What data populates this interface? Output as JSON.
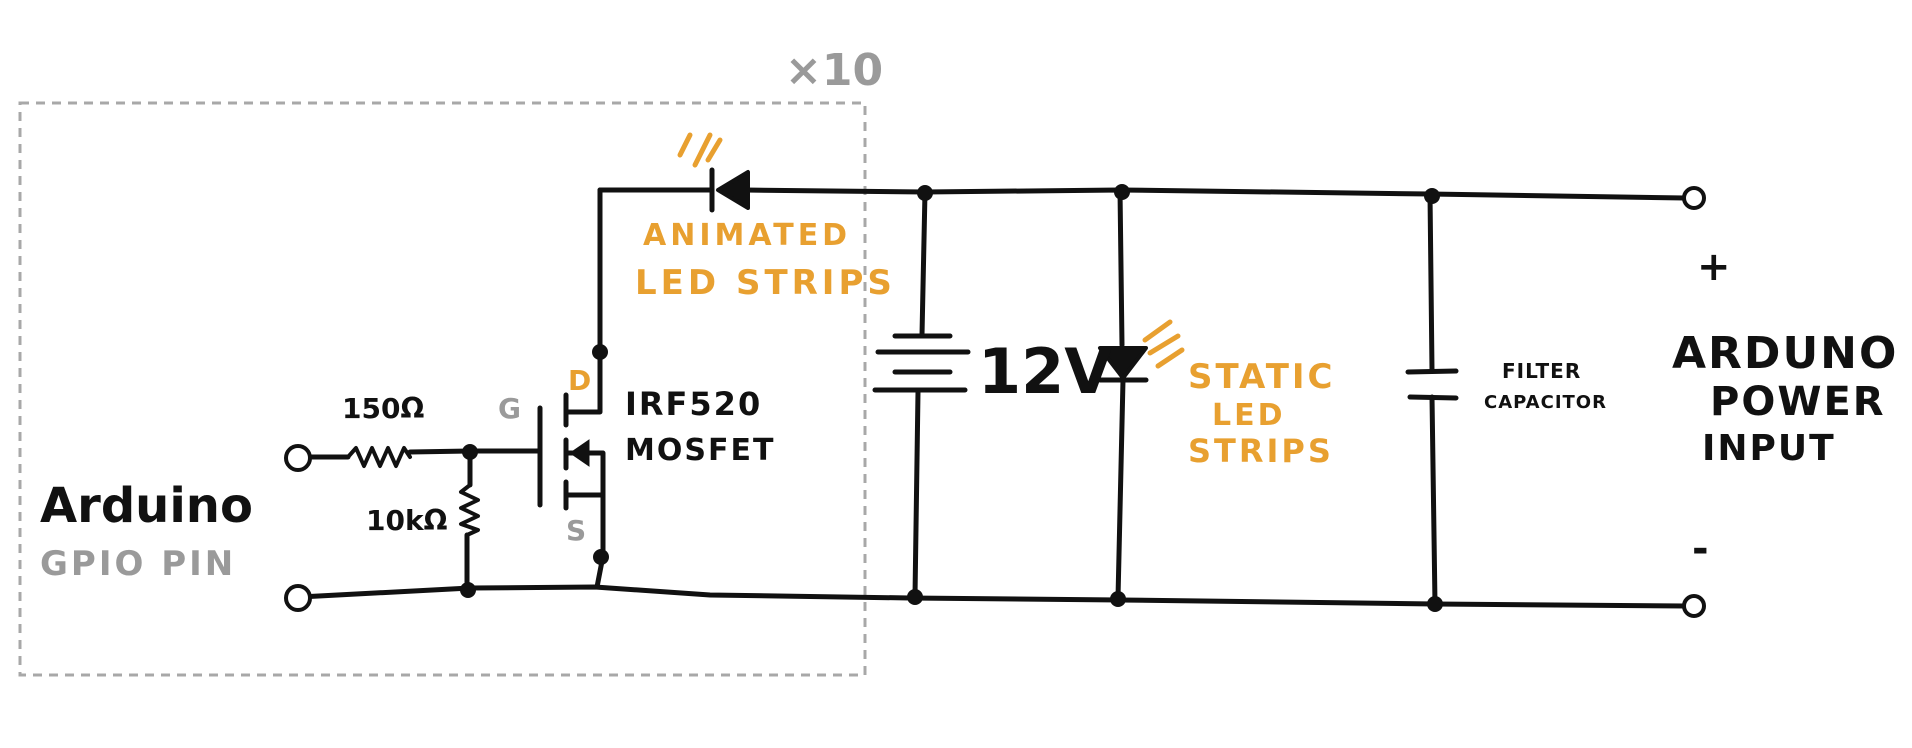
{
  "colors": {
    "ink": "#111111",
    "accent_orange": "#e8a030",
    "muted_gray": "#9a9a9a",
    "box_dash": "#a8a8a8"
  },
  "labels": {
    "multiplier": "×10",
    "animated_line1": "ANIMATED",
    "animated_line2": "LED STRIPS",
    "drain": "D",
    "gate": "G",
    "source": "S",
    "mosfet_line1": "IRF520",
    "mosfet_line2": "MOSFET",
    "r_series": "150Ω",
    "r_pulldown": "10kΩ",
    "arduino_line1": "Arduino",
    "arduino_line2": "GPIO PIN",
    "voltage": "12V",
    "static_line1": "STATIC",
    "static_line2": "LED",
    "static_line3": "STRIPS",
    "cap_line1": "FILTER",
    "cap_line2": "CAPACITOR",
    "plus": "+",
    "minus": "-",
    "power_line1": "ARDUNO",
    "power_line2": "POWER",
    "power_line3": "INPUT"
  },
  "icons": {
    "series_resistor": "resistor-icon",
    "pulldown_resistor": "resistor-icon",
    "mosfet": "n-channel-mosfet-icon",
    "animated_led": "led-icon",
    "static_led": "led-icon",
    "battery": "battery-icon",
    "capacitor": "capacitor-icon",
    "terminal": "terminal-icon",
    "junction": "junction-dot-icon"
  }
}
